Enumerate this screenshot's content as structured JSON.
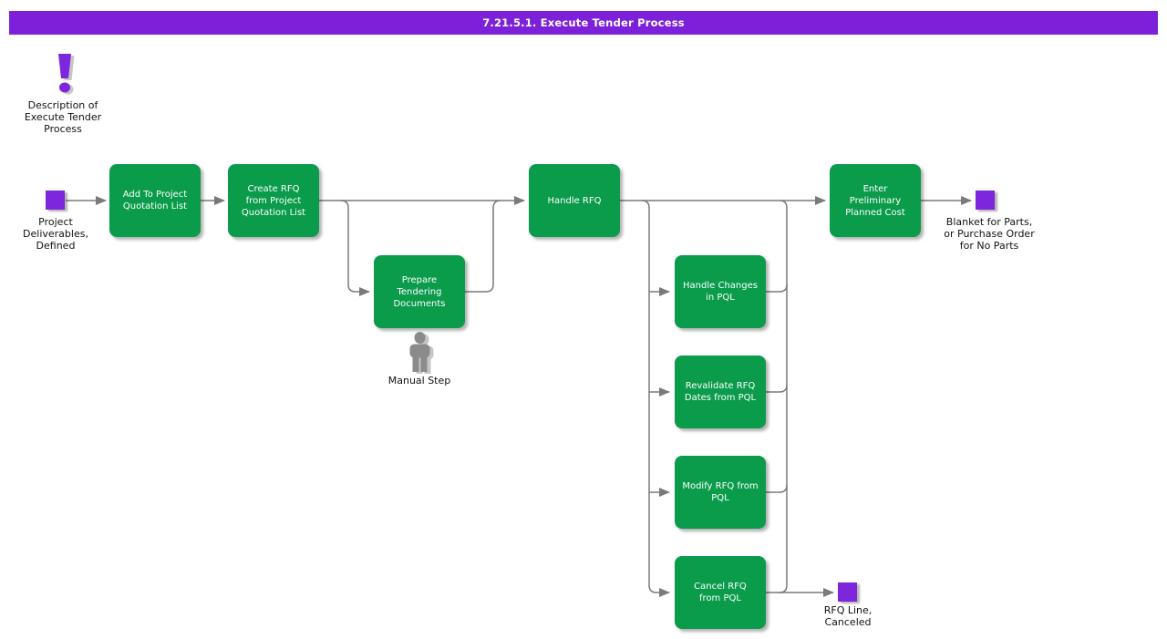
{
  "title_bar": {
    "title": "7.21.5.1. Execute Tender Process"
  },
  "annotation": {
    "label": "Description of\nExecute Tender\nProcess"
  },
  "start_event": {
    "label": "Project Deliverables,\nDefined"
  },
  "activities": [
    {
      "label": "Add To Project\nQuotation List"
    },
    {
      "label": "Create RFQ\nfrom Project\nQuotation List"
    },
    {
      "label": "Prepare\nTendering\nDocuments"
    },
    {
      "label": "Handle RFQ"
    },
    {
      "label": "Handle Changes\nin PQL"
    },
    {
      "label": "Revalidate RFQ\nDates from PQL"
    },
    {
      "label": "Modify RFQ from\nPQL"
    },
    {
      "label": "Cancel RFQ\nfrom PQL"
    },
    {
      "label": "Enter\nPreliminary\nPlanned Cost"
    }
  ],
  "manual_step": {
    "label": "Manual Step"
  },
  "end_events": [
    {
      "label": "Blanket for Parts,\nor Purchase Order\nfor No Parts"
    },
    {
      "label": "RFQ Line,\nCanceled"
    }
  ],
  "colors": {
    "accent_purple": "#7c20da",
    "event_purple": "#7d26db",
    "activity_green": "#0a9b4b",
    "connector_gray": "#7a7a7a",
    "manual_gray": "#8b8b8b"
  }
}
